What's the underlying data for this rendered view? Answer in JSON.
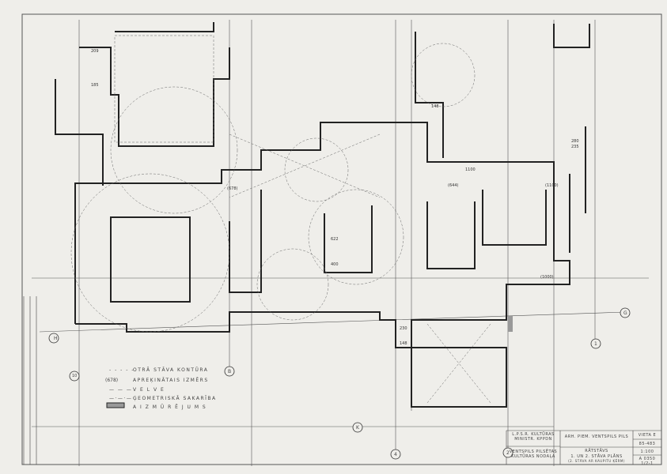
{
  "legend": [
    {
      "symbol": "- - - - -",
      "label": "OTRĀ STĀVA KONTŪRA"
    },
    {
      "symbol": "(678)",
      "label": "APREĶINĀTAIS IZMĒRS"
    },
    {
      "symbol": "— — —",
      "label": "V E L V E"
    },
    {
      "symbol": "—·—·—",
      "label": "ĢEOMETRISKĀ SAKARĪBA"
    },
    {
      "symbol": "hatch",
      "label": "A I Z M Ū R Ē J U M S"
    }
  ],
  "axes": [
    "H",
    "10",
    "B",
    "K",
    "4",
    "2",
    "1",
    "G"
  ],
  "title_block": {
    "ministry": "L.P.S.R. KULTŪRAS MINISTR. KPPDN",
    "department": "VENTSPILS PILSĒTAS KULTŪRAS NODAĻA",
    "object": "ARH. PIEM. VENTSPILS PILS",
    "sheet_title": "RĀTSTĀVS",
    "sheet_subtitle": "1. UN 2. STĀVA PLĀNS",
    "sheet_note": "(2. STĀVA AR KAUPITU ĶĒRM)",
    "codes": [
      "VIETA E",
      "85-483",
      "1:100",
      "A 0350",
      "1/2-1"
    ]
  },
  "dimensions": [
    "209",
    "185",
    "148",
    "280",
    "235",
    "1100",
    "(678)",
    "(644)",
    "(1100)",
    "(1000)",
    "400",
    "622",
    "148",
    "230"
  ]
}
